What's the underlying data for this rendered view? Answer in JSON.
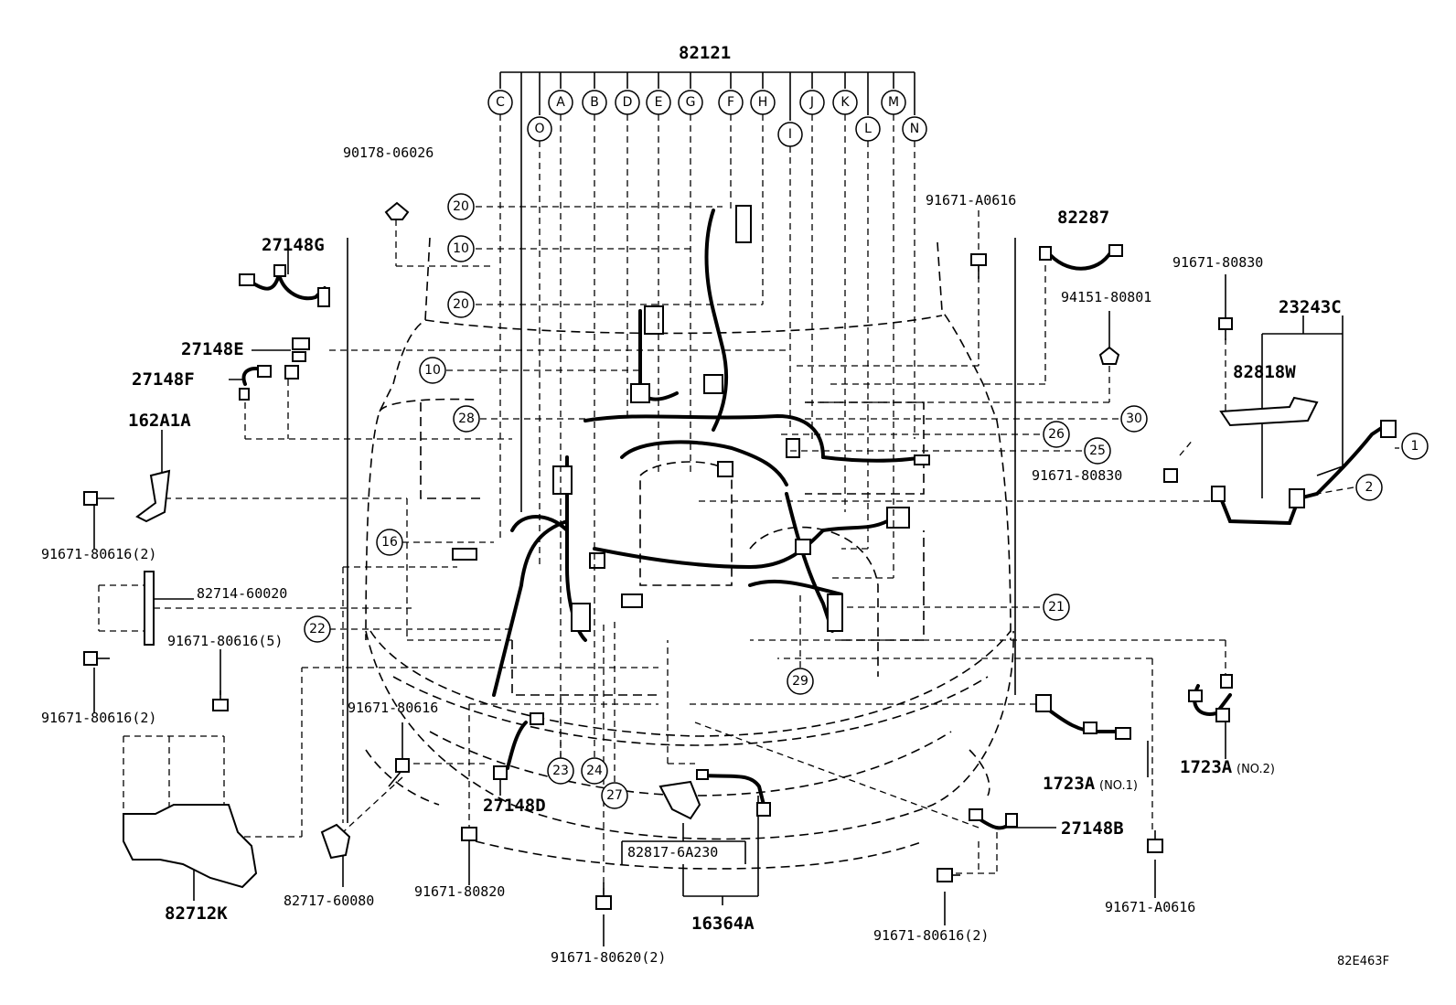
{
  "top_assembly": {
    "number": "82121",
    "letters": [
      "C",
      "O",
      "A",
      "B",
      "D",
      "E",
      "G",
      "F",
      "H",
      "I",
      "J",
      "K",
      "L",
      "M",
      "N"
    ]
  },
  "parts": {
    "p90178": "90178-06026",
    "p27148G": "27148G",
    "p27148E": "27148E",
    "p27148F": "27148F",
    "p162A1A": "162A1A",
    "p91671_80616_2a": "91671-80616(2)",
    "p82714": "82714-60020",
    "p91671_80616_5": "91671-80616(5)",
    "p91671_80616_2b": "91671-80616(2)",
    "p82712K": "82712K",
    "p91671_80616": "91671-80616",
    "p82717": "82717-60080",
    "p27148D": "27148D",
    "p91671_80820": "91671-80820",
    "p91671_80620": "91671-80620(2)",
    "p82817": "82817-6A230",
    "p16364A": "16364A",
    "p91671_A0616a": "91671-A0616",
    "p82287": "82287",
    "p94151": "94151-80801",
    "p91671_80830a": "91671-80830",
    "p23243C": "23243C",
    "p82818W": "82818W",
    "p91671_80830b": "91671-80830",
    "p1723A_1": "1723A",
    "p1723A_1_note": "(NO.1)",
    "p1723A_2": "1723A",
    "p1723A_2_note": "(NO.2)",
    "p27148B": "27148B",
    "p91671_80616_2c": "91671-80616(2)",
    "p91671_A0616b": "91671-A0616",
    "diagram_code": "82E463F"
  },
  "callouts": {
    "c20a": "20",
    "c10a": "10",
    "c20b": "20",
    "c10b": "10",
    "c28": "28",
    "c16": "16",
    "c22": "22",
    "c23": "23",
    "c24": "24",
    "c27": "27",
    "c29": "29",
    "c21": "21",
    "c30": "30",
    "c26": "26",
    "c25": "25",
    "c1": "1",
    "c2": "2"
  }
}
